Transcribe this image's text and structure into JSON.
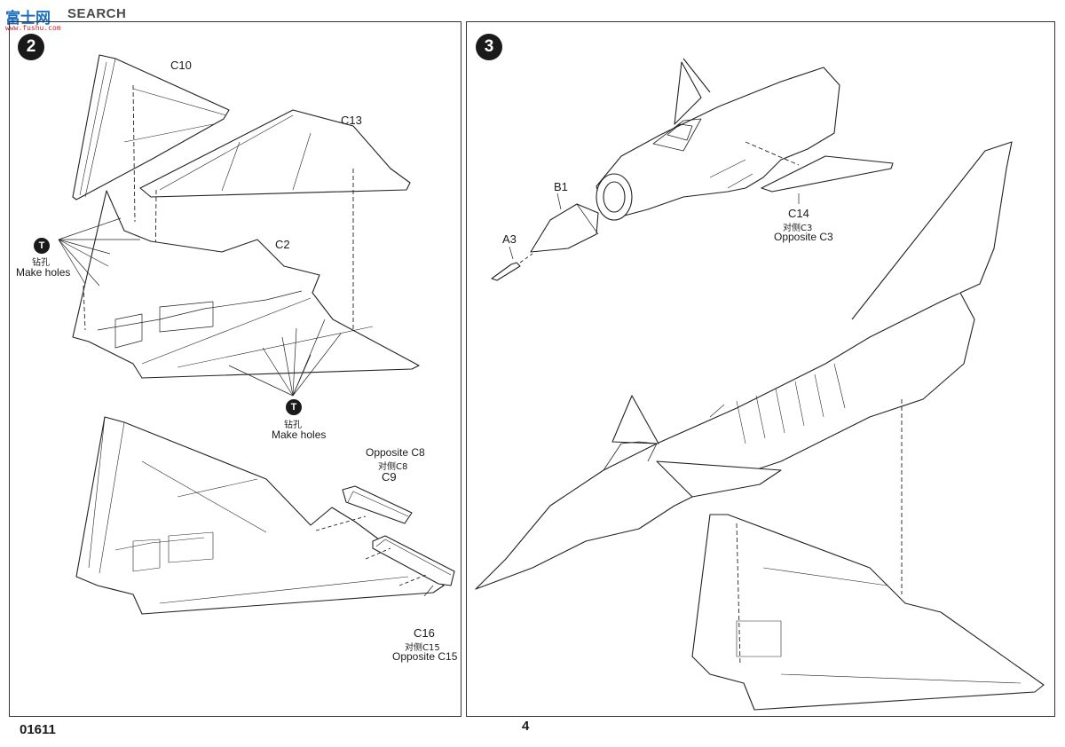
{
  "watermark": {
    "logo": "富士网",
    "text": "SEARCH",
    "sub": "www.fushu.com"
  },
  "step2": {
    "number": "2",
    "parts": {
      "c10": "C10",
      "c13": "C13",
      "c2": "C2",
      "c9": "C9",
      "c16": "C16"
    },
    "tool_symbol": "T",
    "drill_cn": "钻孔",
    "drill_en": "Make holes",
    "c9_opposite_en": "Opposite C8",
    "c9_opposite_cn": "对侧C8",
    "c16_opposite_cn": "对侧C15",
    "c16_opposite_en": "Opposite C15"
  },
  "step3": {
    "number": "3",
    "parts": {
      "b1": "B1",
      "a3": "A3",
      "c14": "C14"
    },
    "c14_opposite_cn": "对侧C3",
    "c14_opposite_en": "Opposite C3"
  },
  "footer": {
    "code": "01611",
    "page": "4"
  }
}
